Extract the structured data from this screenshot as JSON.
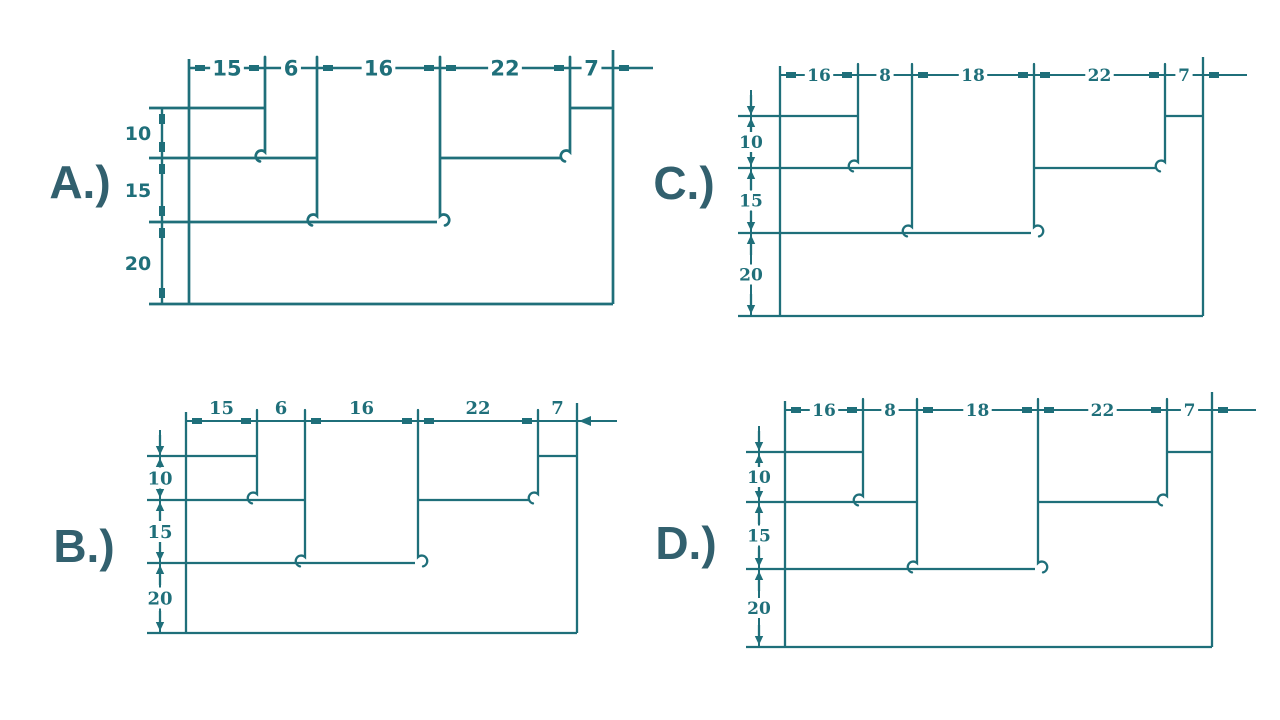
{
  "colors": {
    "background": "#ffffff",
    "line": "#1f6f7a",
    "option_label": "#32606e"
  },
  "panels": [
    {
      "id": "a",
      "option_label": "A.)",
      "top_dims": [
        "15",
        "6",
        "16",
        "22",
        "7"
      ],
      "side_dims": [
        "10",
        "15",
        "20"
      ]
    },
    {
      "id": "b",
      "option_label": "B.)",
      "top_dims": [
        "15",
        "6",
        "16",
        "22",
        "7"
      ],
      "side_dims": [
        "10",
        "15",
        "20"
      ]
    },
    {
      "id": "c",
      "option_label": "C.)",
      "top_dims": [
        "16",
        "8",
        "18",
        "22",
        "7"
      ],
      "side_dims": [
        "10",
        "15",
        "20"
      ]
    },
    {
      "id": "d",
      "option_label": "D.)",
      "top_dims": [
        "16",
        "8",
        "18",
        "22",
        "7"
      ],
      "side_dims": [
        "10",
        "15",
        "20"
      ]
    }
  ]
}
